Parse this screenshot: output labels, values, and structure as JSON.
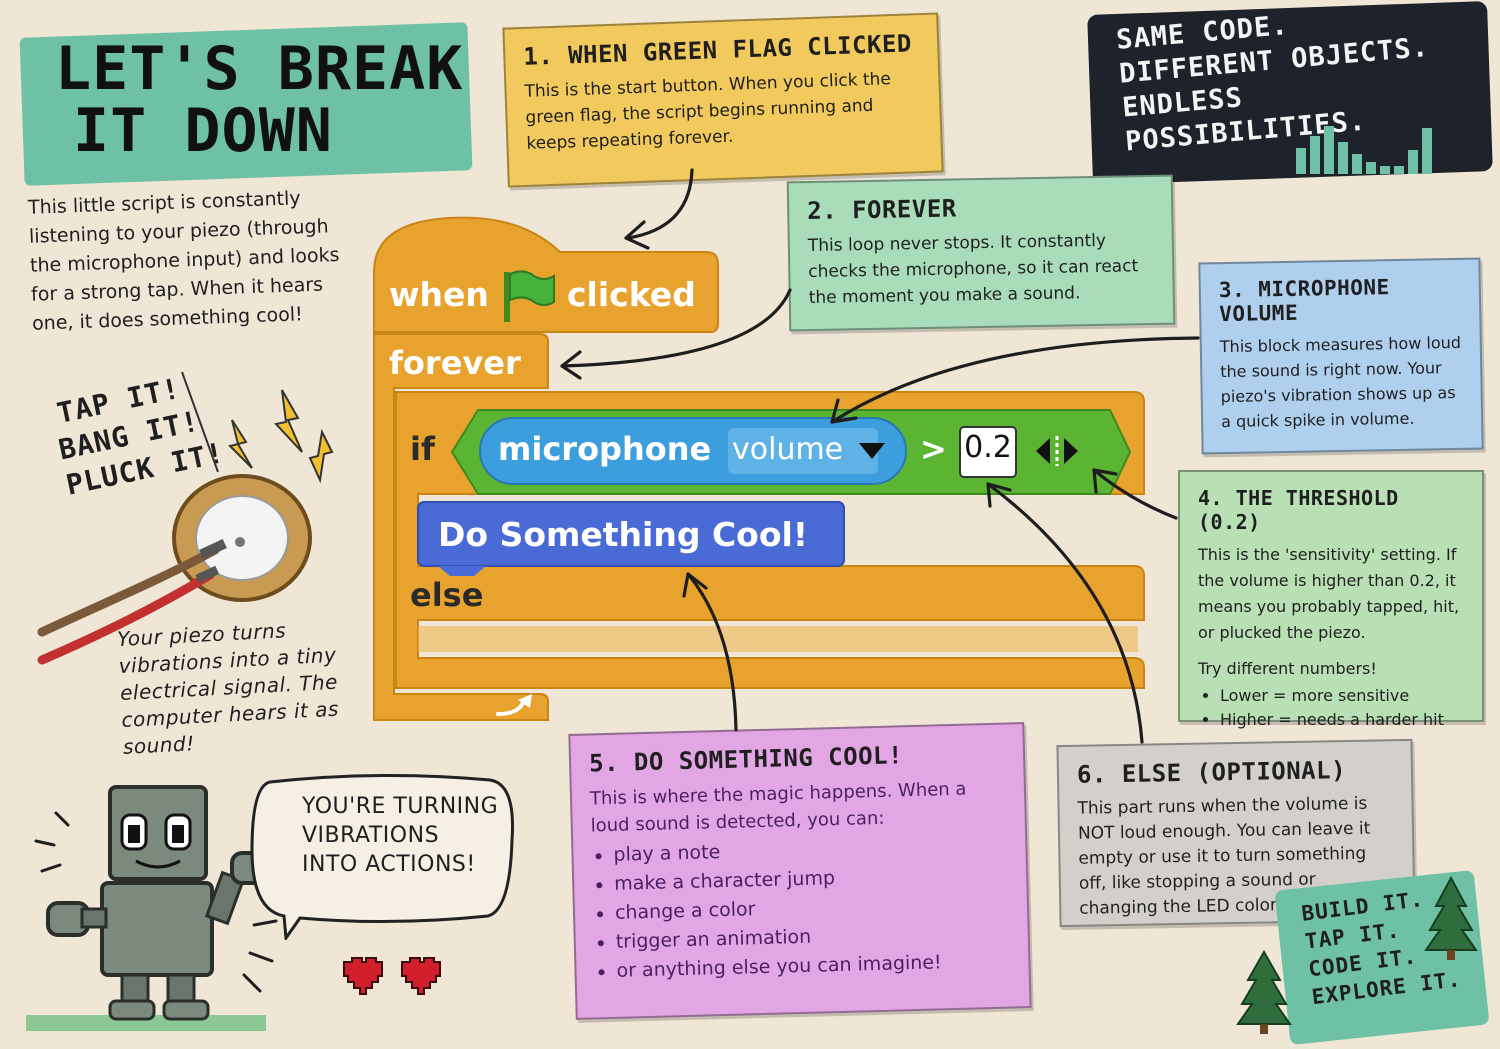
{
  "header": {
    "title_line1": "LET'S BREAK",
    "title_line2": "IT DOWN",
    "intro": "This little script is constantly listening to your piezo (through the microphone input) and looks for a strong tap. When it hears one, it does something cool!"
  },
  "piezo": {
    "tap_lines": [
      "TAP IT!",
      "BANG IT!",
      "PLUCK IT!"
    ],
    "caption": "Your piezo turns vibrations into a tiny electrical signal. The computer hears it as sound!"
  },
  "robot": {
    "speech": "YOU'RE TURNING VIBRATIONS INTO ACTIONS!"
  },
  "tagline": {
    "line1": "SAME CODE.",
    "line2": "DIFFERENT OBJECTS.",
    "line3": "ENDLESS POSSIBILITIES."
  },
  "scratch": {
    "when": "when",
    "clicked": "clicked",
    "forever": "forever",
    "if": "if",
    "microphone": "microphone",
    "volume": "volume",
    "operator": ">",
    "threshold": "0.2",
    "action": "Do Something Cool!",
    "else": "else"
  },
  "cards": [
    {
      "title": "1. WHEN GREEN FLAG CLICKED",
      "body": "This is the start button. When you click the green flag, the script begins running and keeps repeating forever.",
      "color": "#f2c95c"
    },
    {
      "title": "2. FOREVER",
      "body": "This loop never stops. It constantly checks the microphone, so it can react the moment you make a sound.",
      "color": "#a9dcb9"
    },
    {
      "title": "3. MICROPHONE VOLUME",
      "body": "This block measures how loud the sound is right now. Your piezo's vibration shows up as a quick spike in volume.",
      "color": "#aed0ee"
    },
    {
      "title": "4. THE THRESHOLD (0.2)",
      "body": "This is the 'sensitivity' setting. If the volume is higher than 0.2, it means you probably tapped, hit, or plucked the piezo.",
      "extra": "Try different numbers!",
      "bullets": [
        "Lower = more sensitive",
        "Higher = needs a harder hit"
      ],
      "color": "#b8e0b4"
    },
    {
      "title": "5. DO SOMETHING COOL!",
      "body": "This is where the magic happens. When a loud sound is detected, you can:",
      "bullets": [
        "play a note",
        "make a character jump",
        "change a color",
        "trigger an animation",
        "or anything else you can imagine!"
      ],
      "color": "#e2a6e4"
    },
    {
      "title": "6. ELSE (OPTIONAL)",
      "body": "This part runs when the volume is NOT loud enough. You can leave it empty or use it to turn something off, like stopping a sound or changing the LED color.",
      "color": "#d3d0cb"
    }
  ],
  "footer": {
    "lines": [
      "BUILD IT.",
      "TAP IT.",
      "CODE IT.",
      "EXPLORE IT."
    ]
  },
  "colors": {
    "background": "#efe6d6",
    "header_band": "#6fc1a6",
    "scratch_orange": "#e8a22e",
    "scratch_green": "#5cb532",
    "scratch_blue": "#3d9ede",
    "scratch_purple": "#4a6bd6",
    "tagline_bg": "#1d222b"
  },
  "icons": [
    "green-flag-icon",
    "dropdown-arrow-icon",
    "loop-arrow-icon",
    "piezo-disc-icon",
    "lightning-icon",
    "robot-icon",
    "heart-icon",
    "pine-tree-icon",
    "equalizer-icon"
  ]
}
